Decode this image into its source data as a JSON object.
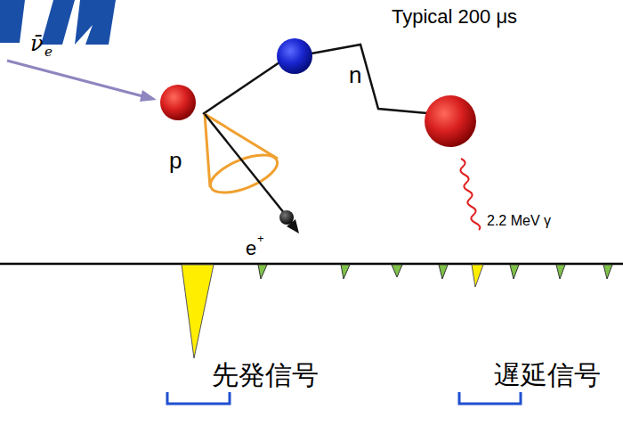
{
  "diagram": {
    "labels": [
      "Typical 200 μs",
      "ν̄",
      "e",
      "p",
      "n",
      "e",
      "+",
      "2.2 MeV γ",
      "先発信号",
      "遅延信号"
    ]
  }
}
